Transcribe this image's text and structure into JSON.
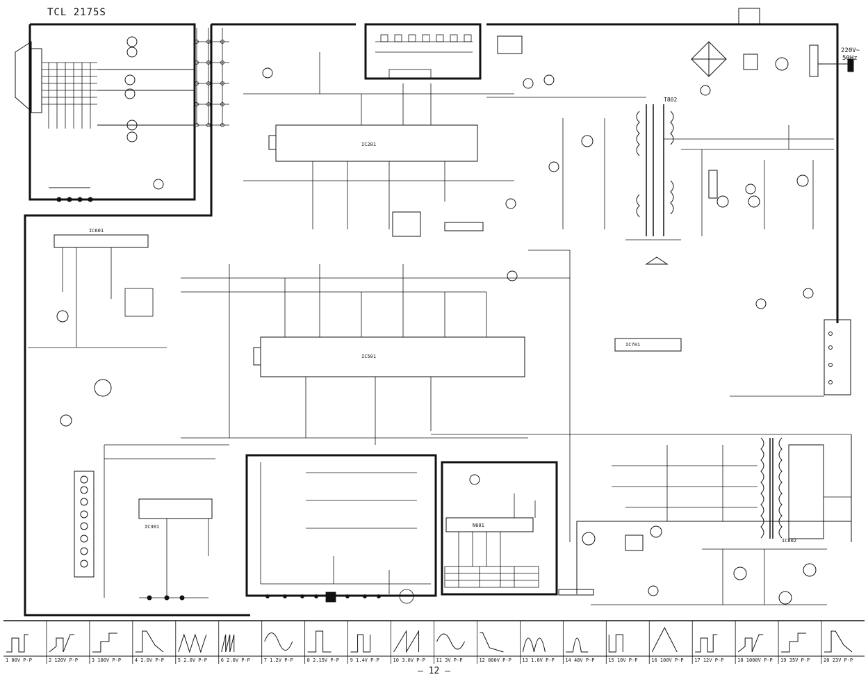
{
  "title": "TCL 2175S",
  "page_number": "– 12 –",
  "mains": {
    "label": "220V~",
    "freq": "50Hz"
  },
  "labels": {
    "t_fbt": "T802",
    "ic_main": "IC201",
    "ic_big": "IC501",
    "ic_audio": "IC601",
    "ic_pip": "N601",
    "av_board": "IC301",
    "ic_power": "IC802",
    "ic_io": "IC701"
  },
  "waveforms": [
    {
      "num": "1",
      "label": "1 00V P-P"
    },
    {
      "num": "2",
      "label": "2 120V P-P"
    },
    {
      "num": "3",
      "label": "3 100V P-P"
    },
    {
      "num": "4",
      "label": "4 2.0V P-P"
    },
    {
      "num": "5",
      "label": "5 2.0V P-P"
    },
    {
      "num": "6",
      "label": "6 2.0V P-P"
    },
    {
      "num": "7",
      "label": "7 1.2V P-P"
    },
    {
      "num": "8",
      "label": "8 2.15V P-P"
    },
    {
      "num": "9",
      "label": "9 1.4V P-P"
    },
    {
      "num": "10",
      "label": "10 3.0V P-P"
    },
    {
      "num": "11",
      "label": "11 3V P-P"
    },
    {
      "num": "12",
      "label": "12 800V P-P"
    },
    {
      "num": "13",
      "label": "13 1.0V P-P"
    },
    {
      "num": "14",
      "label": "14 48V P-P"
    },
    {
      "num": "15",
      "label": "15 10V P-P"
    },
    {
      "num": "16",
      "label": "16 100V P-P"
    },
    {
      "num": "17",
      "label": "17 12V P-P"
    },
    {
      "num": "18",
      "label": "18 1000V P-P"
    },
    {
      "num": "19",
      "label": "19 35V P-P"
    },
    {
      "num": "20",
      "label": "20 23V P-P"
    }
  ]
}
